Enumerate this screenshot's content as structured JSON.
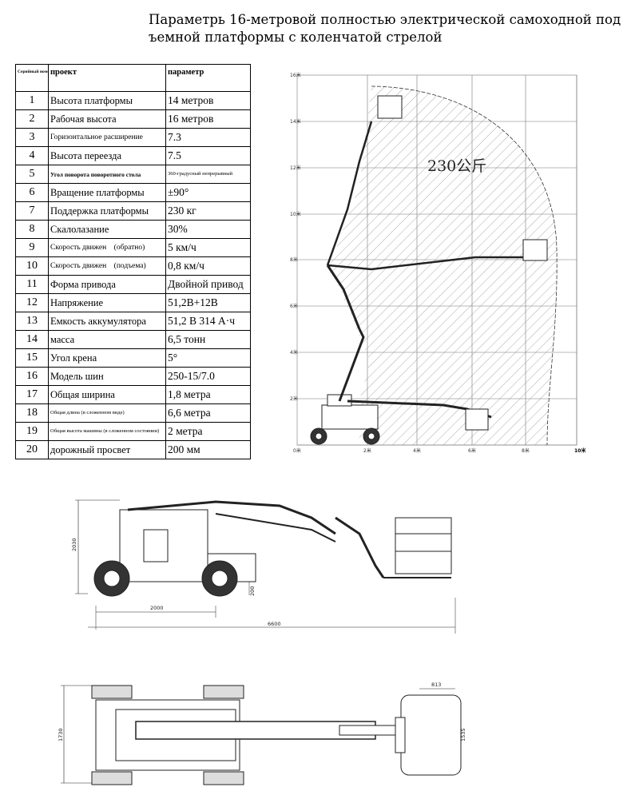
{
  "title": {
    "line1": "Параметрь  16-метровой полностью электрической самоходной под",
    "line2": "ъемной  платформы с коленчатой стрелой"
  },
  "table": {
    "headers": [
      "Серийный номер",
      "проект",
      "параметр"
    ],
    "rows": [
      [
        "1",
        "Высота платформы",
        "14 метров"
      ],
      [
        "2",
        "Рабочая высота",
        "16 метров"
      ],
      [
        "3",
        "Горизонтальное расширение",
        "7.3"
      ],
      [
        "4",
        "Высота переезда",
        "7.5"
      ],
      [
        "5",
        "Угол поворота поворотного стола",
        "360-градусный непрерывный"
      ],
      [
        "6",
        "Вращение платформы",
        "±90°"
      ],
      [
        "7",
        "Поддержка платформы",
        "230 кг"
      ],
      [
        "8",
        "Скалолазание",
        "30%"
      ],
      [
        "9",
        "Скорость движен    (обратно)",
        "5 км/ч"
      ],
      [
        "10",
        "Скорость движен    (подъема)",
        "0,8 км/ч"
      ],
      [
        "11",
        "Форма привода",
        "Двойной привод"
      ],
      [
        "12",
        "Напряжение",
        "51,2В+12В"
      ],
      [
        "13",
        "Емкость аккумулятора",
        "51,2 В 314 А·ч"
      ],
      [
        "14",
        "масса",
        "6,5 тонн"
      ],
      [
        "15",
        "Угол крена",
        "5°"
      ],
      [
        "16",
        "Модель шин",
        "250-15/7.0"
      ],
      [
        "17",
        "Общая ширина",
        "1,8 метра"
      ],
      [
        "18",
        "Общая длина (в сложенном виде)",
        "6,6 метра"
      ],
      [
        "19",
        "Общая высота машины (в сложенном состоянии)",
        "2 метра"
      ],
      [
        "20",
        "дорожный просвет",
        "200 мм"
      ]
    ]
  },
  "envelope": {
    "capacity_label": "230公斤",
    "y_ticks": [
      "0米",
      "2米",
      "4米",
      "6米",
      "8米",
      "10米",
      "12米",
      "14米",
      "16米"
    ],
    "x_ticks": [
      "0米",
      "2米",
      "4米",
      "6米",
      "8米",
      "10米"
    ]
  },
  "side_view": {
    "height_dim": "2030",
    "wheelbase_dim": "2000",
    "length_dim": "6600",
    "clearance_dim": "200"
  },
  "top_view": {
    "width_dim": "1730",
    "basket_width_dim": "813",
    "basket_length_dim": "1535"
  }
}
